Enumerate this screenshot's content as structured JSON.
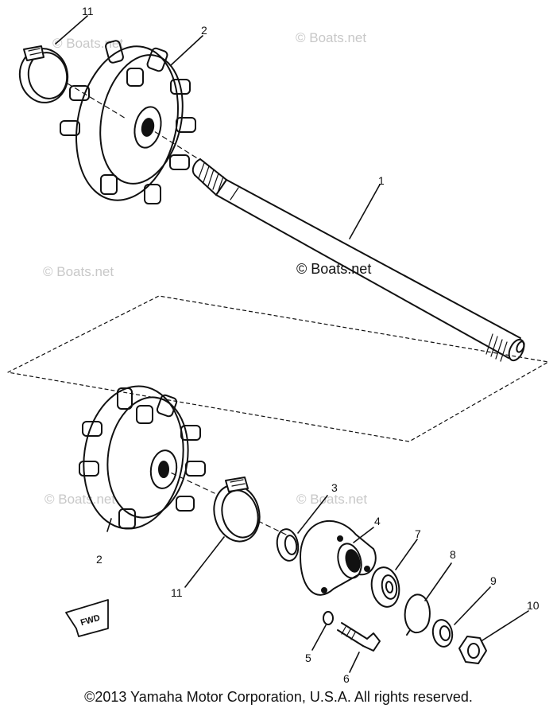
{
  "watermarks": {
    "text": "© Boats.net",
    "main": "© Boats.net"
  },
  "callouts": {
    "c1": "1",
    "c2_top": "2",
    "c2_bottom": "2",
    "c3": "3",
    "c4": "4",
    "c5": "5",
    "c6": "6",
    "c7": "7",
    "c8": "8",
    "c9": "9",
    "c10": "10",
    "c11_top": "11",
    "c11_bottom": "11"
  },
  "fwd_label": "FWD",
  "footer": "©2013 Yamaha Motor Corporation, U.S.A. All rights reserved.",
  "colors": {
    "line": "#111111",
    "watermark": "#c8c8c8",
    "background": "#ffffff"
  }
}
